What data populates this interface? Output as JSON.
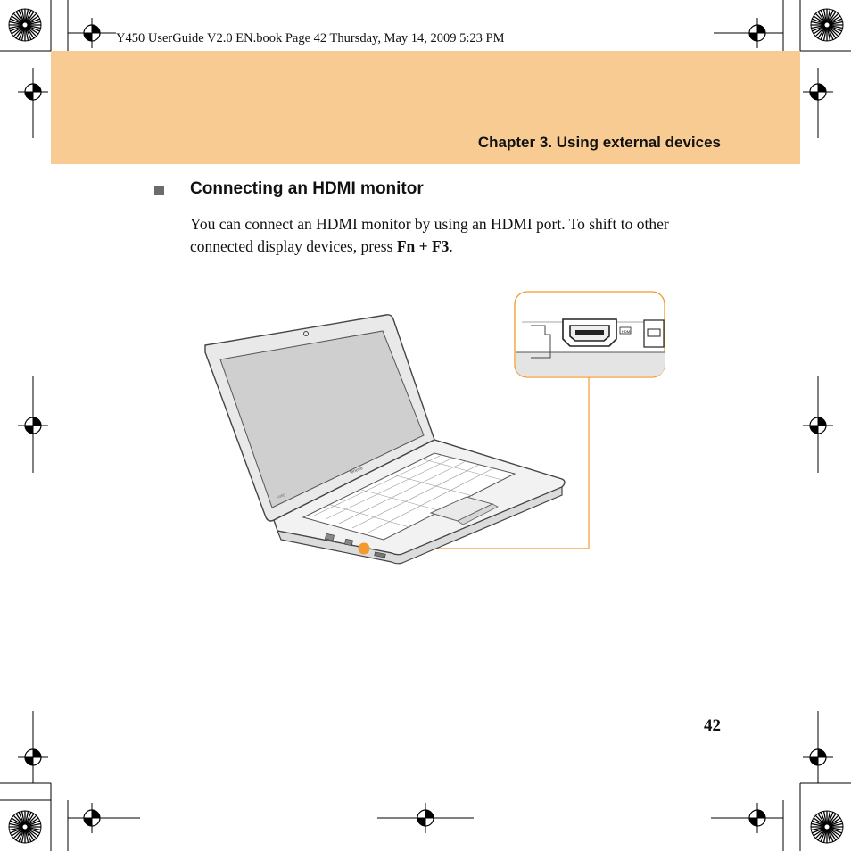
{
  "print_slug": "Y450 UserGuide V2.0 EN.book  Page 42  Thursday, May 14, 2009  5:23 PM",
  "header": {
    "chapter_title": "Chapter 3. Using external devices",
    "band_color": "#f8cb92"
  },
  "section": {
    "heading": "Connecting an HDMI monitor",
    "body_part1": "You can connect an HDMI monitor by using an HDMI port. To shift to other connected display devices, press ",
    "key_combo": "Fn + F3",
    "body_part2": "."
  },
  "illustration": {
    "laptop_brand": "lenovo",
    "laptop_model": "Y450",
    "port_label": "HDMI",
    "callout_color": "#f29a2e"
  },
  "footer": {
    "page_number": "42"
  }
}
